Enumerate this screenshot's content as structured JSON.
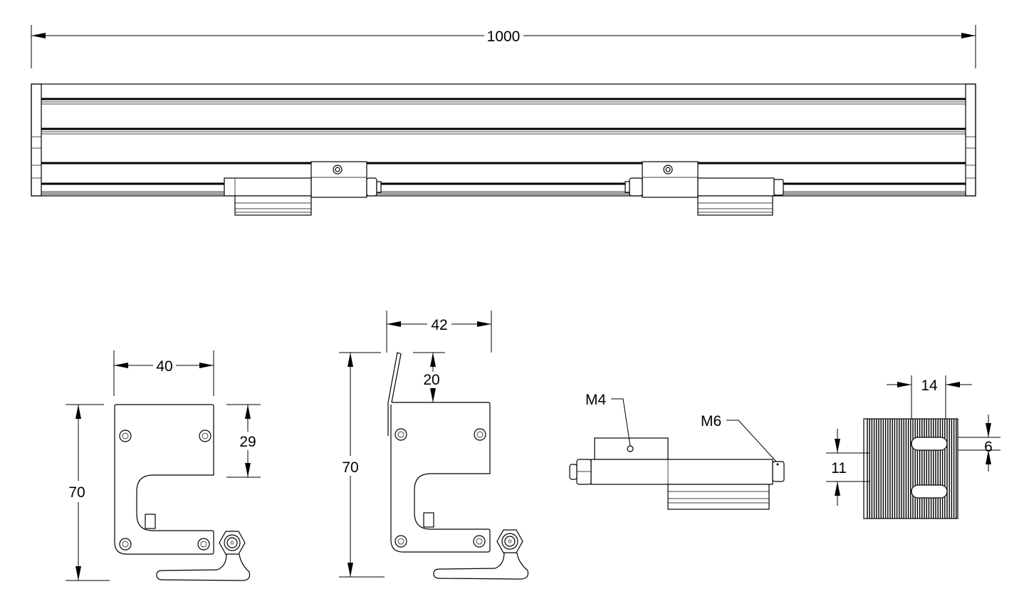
{
  "drawing": {
    "top_view": {
      "overall_length": "1000"
    },
    "front_view": {
      "width": "40",
      "upper_height": "29",
      "height": "70"
    },
    "side_view": {
      "width": "42",
      "tab_height": "20",
      "height": "70"
    },
    "bracket_view": {
      "thread_small": "M4",
      "thread_large": "M6"
    },
    "clamp_view": {
      "slot_spacing": "14",
      "slot_width": "6",
      "slot_pitch": "11"
    }
  }
}
